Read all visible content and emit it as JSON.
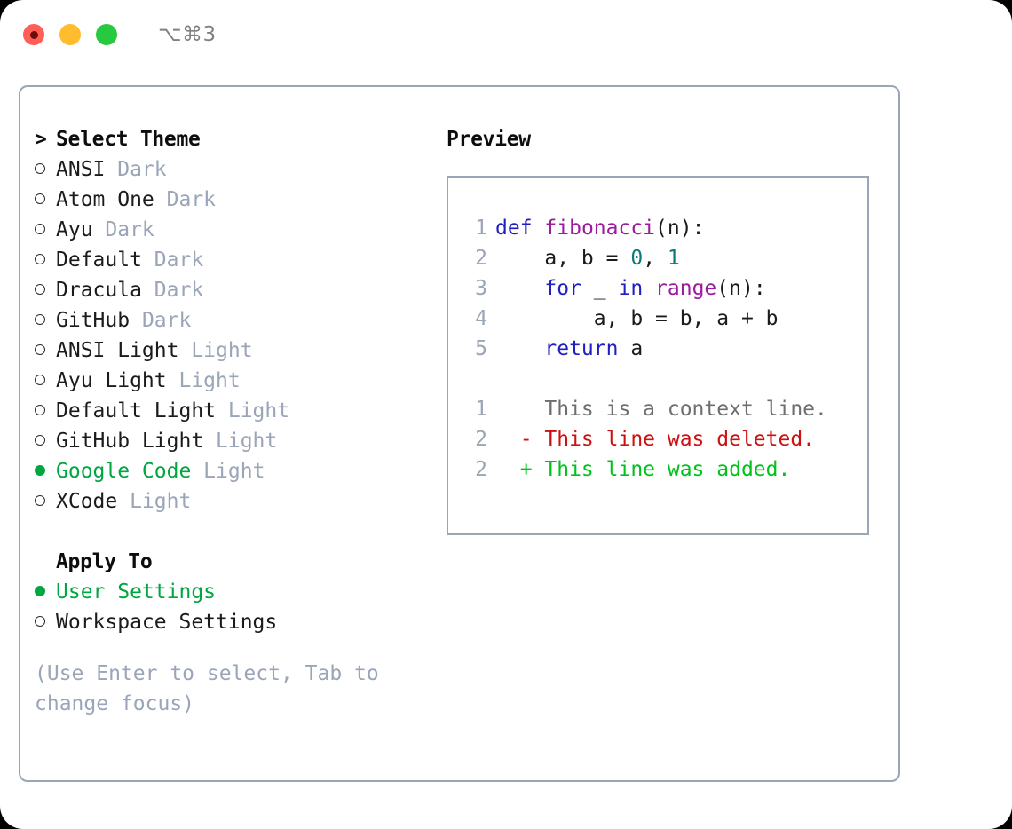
{
  "titlebar": {
    "buttons": [
      {
        "name": "close",
        "color": "#ff5f57"
      },
      {
        "name": "minimize",
        "color": "#ffbd2e"
      },
      {
        "name": "zoom",
        "color": "#28c840"
      }
    ],
    "shortcut": "⌥⌘3"
  },
  "theme_section": {
    "header": "Select Theme",
    "header_caret": ">",
    "items": [
      {
        "name": "ANSI",
        "kind": "Dark",
        "selected": false
      },
      {
        "name": "Atom One",
        "kind": "Dark",
        "selected": false
      },
      {
        "name": "Ayu",
        "kind": "Dark",
        "selected": false
      },
      {
        "name": "Default",
        "kind": "Dark",
        "selected": false
      },
      {
        "name": "Dracula",
        "kind": "Dark",
        "selected": false
      },
      {
        "name": "GitHub",
        "kind": "Dark",
        "selected": false
      },
      {
        "name": "ANSI Light",
        "kind": "Light",
        "selected": false
      },
      {
        "name": "Ayu Light",
        "kind": "Light",
        "selected": false
      },
      {
        "name": "Default Light",
        "kind": "Light",
        "selected": false
      },
      {
        "name": "GitHub Light",
        "kind": "Light",
        "selected": false
      },
      {
        "name": "Google Code",
        "kind": "Light",
        "selected": true
      },
      {
        "name": "XCode",
        "kind": "Light",
        "selected": false
      }
    ]
  },
  "apply_section": {
    "header": "Apply To",
    "items": [
      {
        "name": "User Settings",
        "selected": true
      },
      {
        "name": "Workspace Settings",
        "selected": false
      }
    ]
  },
  "hint": "(Use Enter to select, Tab to change focus)",
  "preview": {
    "title": "Preview",
    "code_lines": [
      {
        "number": "1",
        "tokens": [
          {
            "t": "def",
            "c": "kw"
          },
          {
            "t": " ",
            "c": "pl"
          },
          {
            "t": "fibonacci",
            "c": "fn"
          },
          {
            "t": "(n):",
            "c": "pl"
          }
        ]
      },
      {
        "number": "2",
        "tokens": [
          {
            "t": "    a, b = ",
            "c": "pl"
          },
          {
            "t": "0",
            "c": "num"
          },
          {
            "t": ", ",
            "c": "pl"
          },
          {
            "t": "1",
            "c": "num"
          }
        ]
      },
      {
        "number": "3",
        "tokens": [
          {
            "t": "    ",
            "c": "pl"
          },
          {
            "t": "for",
            "c": "kw"
          },
          {
            "t": " _ ",
            "c": "pl"
          },
          {
            "t": "in",
            "c": "kw"
          },
          {
            "t": " ",
            "c": "pl"
          },
          {
            "t": "range",
            "c": "fn"
          },
          {
            "t": "(n):",
            "c": "pl"
          }
        ]
      },
      {
        "number": "4",
        "tokens": [
          {
            "t": "        a, b = b, a + b",
            "c": "pl"
          }
        ]
      },
      {
        "number": "5",
        "tokens": [
          {
            "t": "    ",
            "c": "pl"
          },
          {
            "t": "return",
            "c": "kw"
          },
          {
            "t": " a",
            "c": "pl"
          }
        ]
      }
    ],
    "diff_lines": [
      {
        "number": "1",
        "sign": " ",
        "text": "This is a context line.",
        "kind": "ctx"
      },
      {
        "number": "2",
        "sign": "-",
        "text": "This line was deleted.",
        "kind": "del"
      },
      {
        "number": "2",
        "sign": "+",
        "text": "This line was added.",
        "kind": "add"
      }
    ]
  },
  "colors": {
    "accent_green": "#00a63f",
    "muted": "#9aa5b8",
    "keyword": "#1f1fbf",
    "function": "#9c1a9c",
    "number": "#0d7a7a",
    "diff_added": "#00c21a",
    "diff_deleted": "#cc1111",
    "border": "#9aa5b8"
  }
}
